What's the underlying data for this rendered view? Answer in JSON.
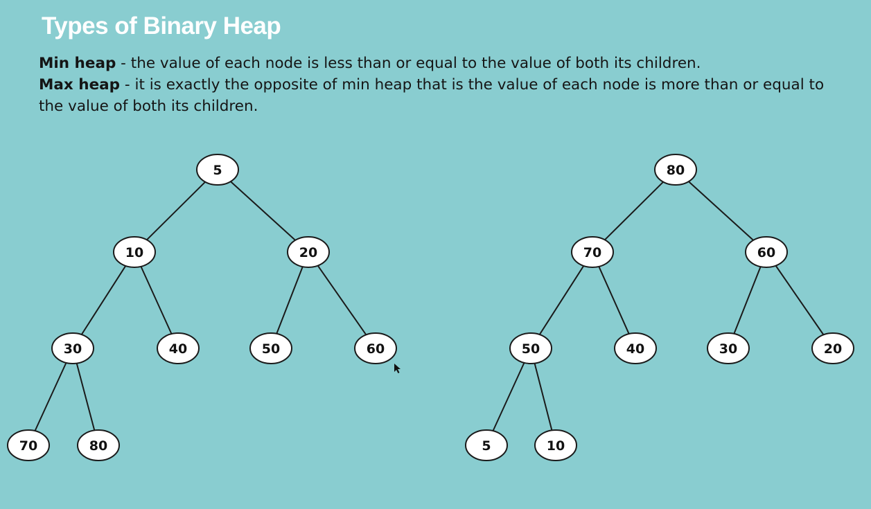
{
  "title": "Types of Binary Heap",
  "definitions": {
    "min_heap": {
      "term": "Min heap",
      "text": " - the value of each node is less than or equal to the value of both its children."
    },
    "max_heap": {
      "term": "Max heap",
      "text": " - it is exactly the opposite of min heap that is the value of each node is more than or equal to the value of both its children."
    }
  },
  "trees": {
    "min_heap": [
      5,
      10,
      20,
      30,
      40,
      50,
      60,
      70,
      80
    ],
    "max_heap": [
      80,
      70,
      60,
      50,
      40,
      30,
      20,
      5,
      10
    ]
  },
  "colors": {
    "background": "#89cdd0",
    "node_fill": "#ffffff",
    "node_stroke": "#1a1a1a",
    "title": "#ffffff"
  }
}
